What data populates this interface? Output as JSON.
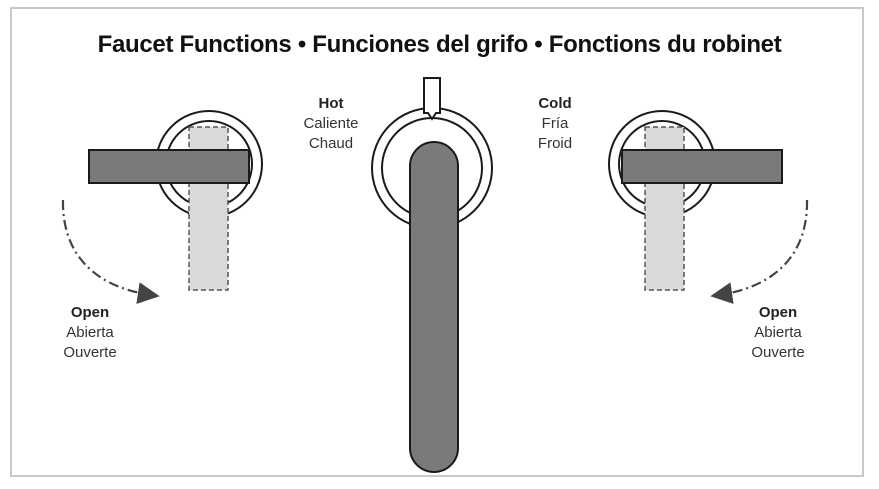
{
  "title": "Faucet Functions • Funciones del grifo •  Fonctions du robinet",
  "labels": {
    "hot": {
      "en": "Hot",
      "es": "Caliente",
      "fr": "Chaud"
    },
    "cold": {
      "en": "Cold",
      "es": "Fría",
      "fr": "Froid"
    },
    "open_left": {
      "en": "Open",
      "es": "Abierta",
      "fr": "Ouverte"
    },
    "open_right": {
      "en": "Open",
      "es": "Abierta",
      "fr": "Ouverte"
    }
  },
  "colors": {
    "handle": "#7a7a7a",
    "handle_ghost": "#d9d9d9",
    "outline": "#1a1a1a",
    "arrow": "#444444",
    "border": "#c8c8c8"
  },
  "icons": [
    "dash-dot-arrow-icon",
    "faucet-handle-icon",
    "spout-icon"
  ]
}
